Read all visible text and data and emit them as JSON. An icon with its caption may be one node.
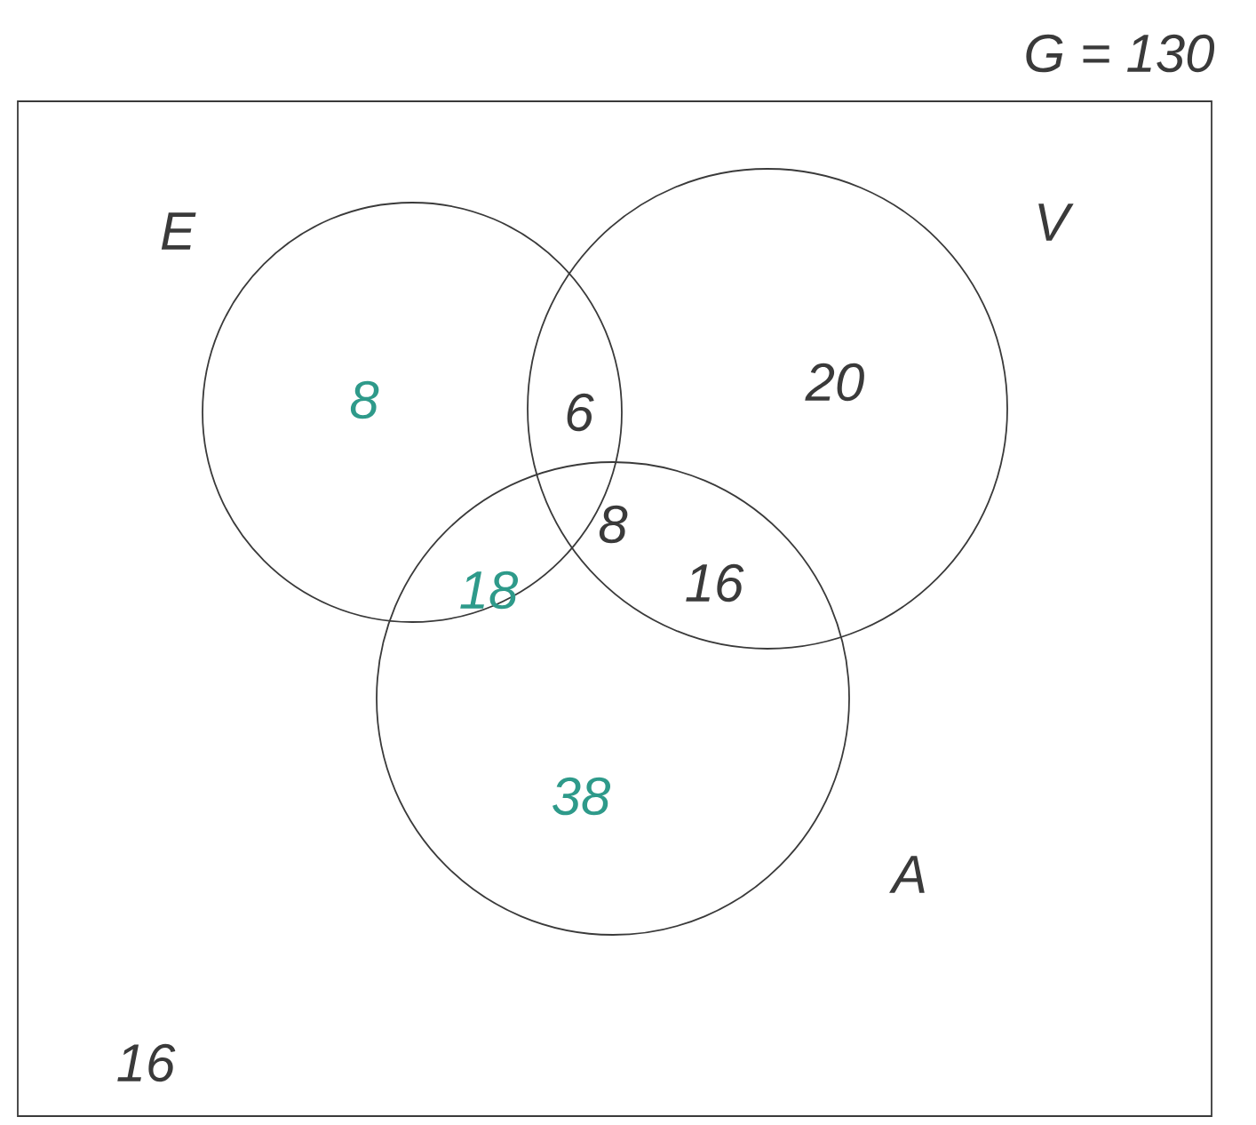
{
  "diagram": {
    "nodes": [
      {
        "text": [
          "G = 130",
          "16"
        ]
      },
      {
        "text": [
          "E",
          "8"
        ],
        "in": 0
      },
      {
        "text": [
          "V",
          "20"
        ],
        "in": 0
      },
      {
        "text": [
          "A",
          "38"
        ],
        "in": 0
      }
    ],
    "labels": [
      "6",
      "8",
      "18",
      "16"
    ]
  }
}
